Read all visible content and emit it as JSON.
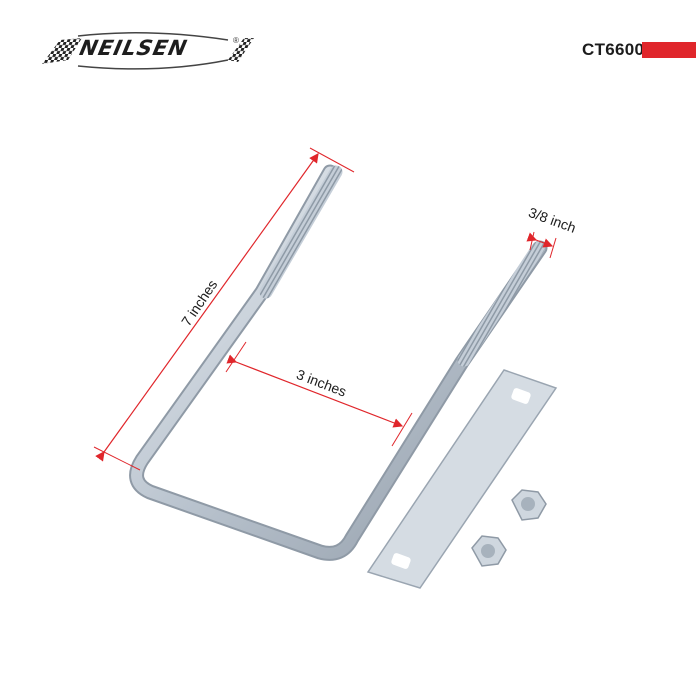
{
  "brand": {
    "name": "NEILSEN",
    "registered": "®"
  },
  "product": {
    "code": "CT6600",
    "accent_color": "#e0262b"
  },
  "dimensions": {
    "length": "7 inches",
    "width": "3 inches",
    "thread_diameter": "3/8 inch"
  },
  "components": [
    "u-bolt",
    "clamp-plate",
    "hex-nut",
    "hex-nut"
  ],
  "colors": {
    "dimension_line": "#e0262b",
    "metal": "#c9d2dc",
    "text": "#1e1e1e"
  }
}
